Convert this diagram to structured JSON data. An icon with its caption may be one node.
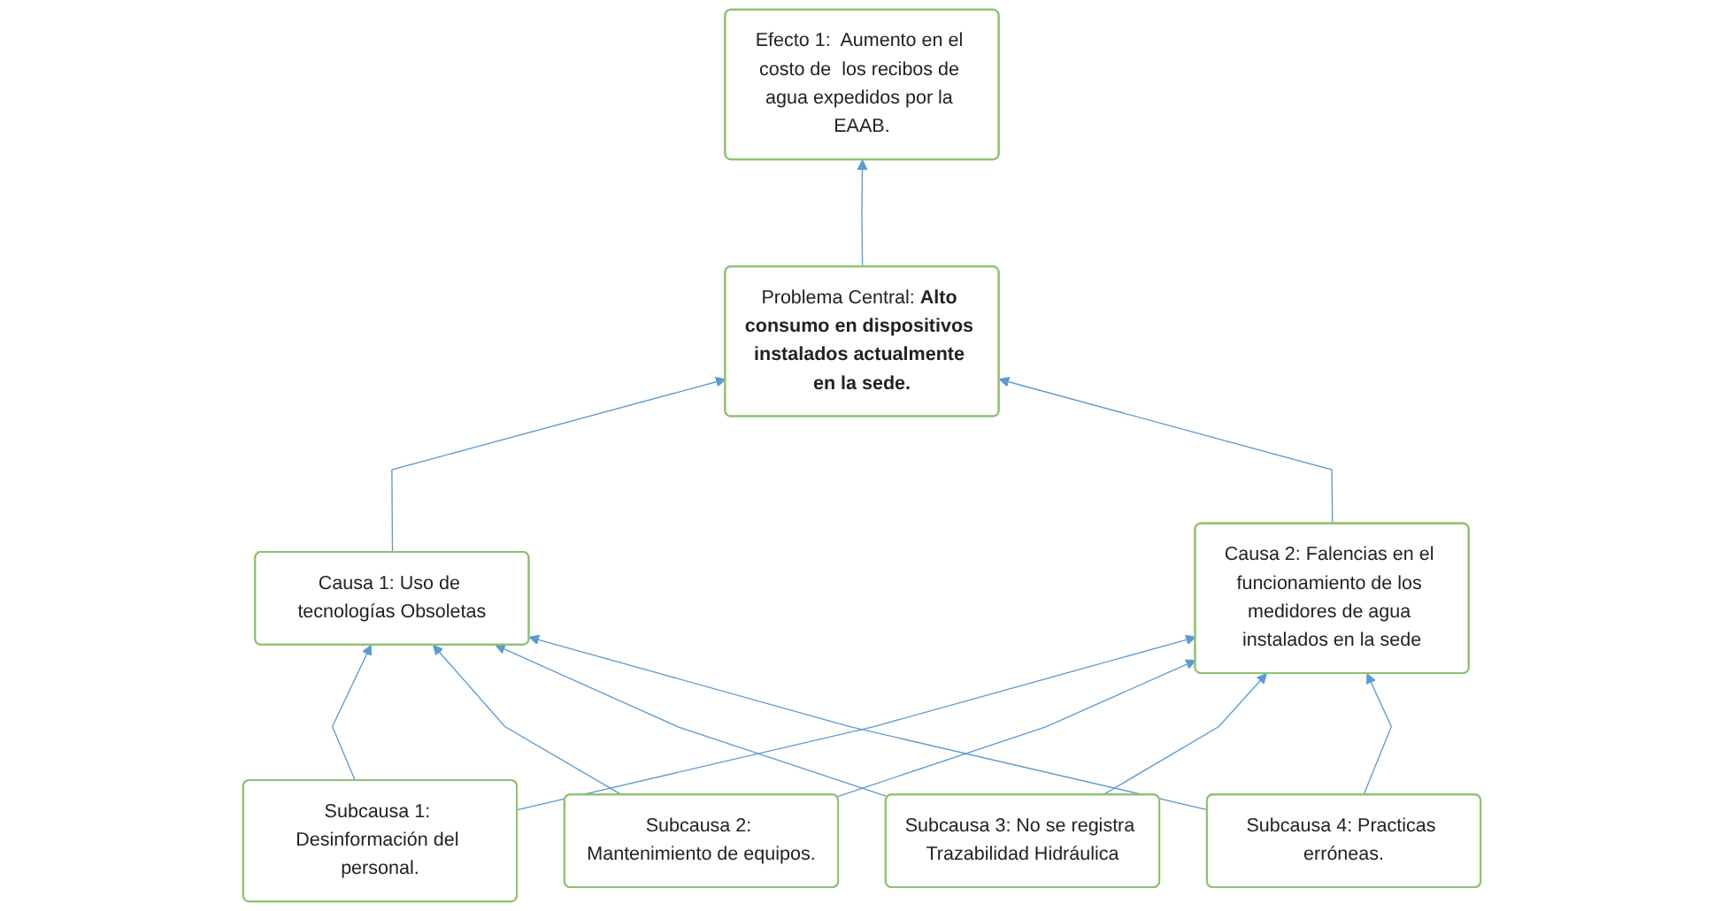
{
  "diagram": {
    "nodes": [
      {
        "text": [
          "Efecto 1:  Aumento en el costo de  los recibos de agua expedidos por la EAAB."
        ]
      },
      {
        "text": [
          "Problema Central: **Alto consumo en dispositivos instalados actualmente en la sede.**"
        ]
      },
      {
        "text": [
          "Causa 1: Uso de tecnologías Obsoletas"
        ]
      },
      {
        "text": [
          "Causa 2: Falencias en el funcionamiento de los medidores de agua instalados en la sede"
        ]
      },
      {
        "text": [
          "Subcausa 1: Desinformación del personal."
        ]
      },
      {
        "text": [
          "Subcausa 2: Mantenimiento de equipos."
        ]
      },
      {
        "text": [
          "Subcausa 3: No se registra Trazabilidad Hidráulica"
        ]
      },
      {
        "text": [
          "Subcausa 4: Practicas erróneas."
        ]
      }
    ],
    "edges": [
      {
        "from": 4,
        "to": 2,
        "arrow": "to"
      },
      {
        "from": 4,
        "to": 3,
        "arrow": "to"
      },
      {
        "from": 5,
        "to": 2,
        "arrow": "to"
      },
      {
        "from": 5,
        "to": 3,
        "arrow": "to"
      },
      {
        "from": 6,
        "to": 2,
        "arrow": "to"
      },
      {
        "from": 6,
        "to": 3,
        "arrow": "to"
      },
      {
        "from": 7,
        "to": 2,
        "arrow": "to"
      },
      {
        "from": 7,
        "to": 3,
        "arrow": "to"
      },
      {
        "from": 2,
        "to": 1,
        "arrow": "to"
      },
      {
        "from": 3,
        "to": 1,
        "arrow": "to"
      },
      {
        "from": 1,
        "to": 0,
        "arrow": "to"
      }
    ]
  }
}
